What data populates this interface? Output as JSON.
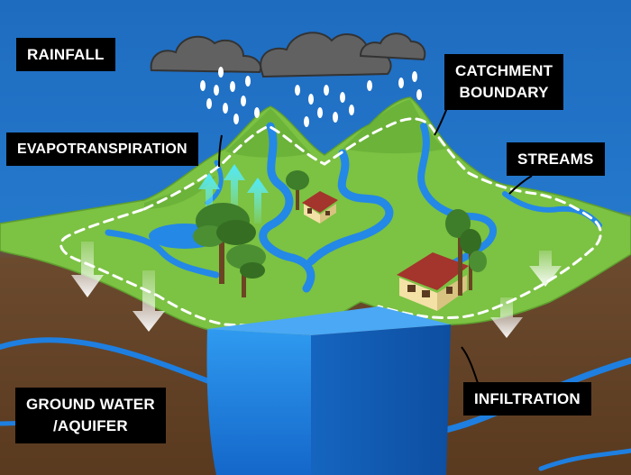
{
  "labels": {
    "rainfall": "RAINFALL",
    "catchment_line1": "CATCHMENT",
    "catchment_line2": "BOUNDARY",
    "evapotranspiration": "EVAPOTRANSPIRATION",
    "streams": "STREAMS",
    "ground_line1": "GROUND WATER",
    "ground_line2": "/AQUIFER",
    "infiltration": "INFILTRATION"
  },
  "colors": {
    "sky": "#1f6fc2",
    "land": "#7cc243",
    "soil": "#6b4423",
    "water": "#1e88e5",
    "label_bg": "#000000",
    "label_text": "#ffffff"
  }
}
